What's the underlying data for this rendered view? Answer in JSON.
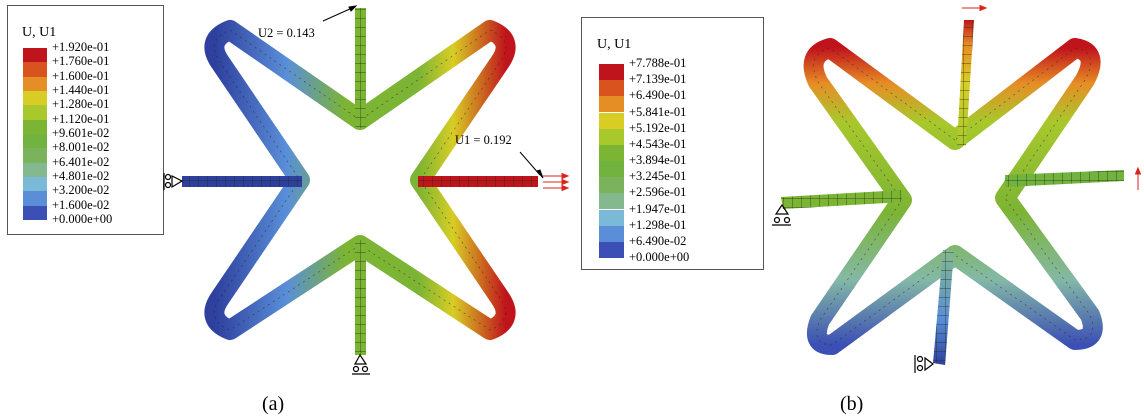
{
  "panel_a": {
    "caption": "(a)",
    "legend_title": "U, U1",
    "legend_labels": [
      "+1.920e-01",
      "+1.760e-01",
      "+1.600e-01",
      "+1.440e-01",
      "+1.280e-01",
      "+1.120e-01",
      "+9.601e-02",
      "+8.001e-02",
      "+6.401e-02",
      "+4.801e-02",
      "+3.200e-02",
      "+1.600e-02",
      "+0.000e+00"
    ],
    "annotation_u2": "U2 = 0.143",
    "annotation_u1": "U1 = 0.192"
  },
  "panel_b": {
    "caption": "(b)",
    "legend_title": "U, U1",
    "legend_labels": [
      "+7.788e-01",
      "+7.139e-01",
      "+6.490e-01",
      "+5.841e-01",
      "+5.192e-01",
      "+4.543e-01",
      "+3.894e-01",
      "+3.245e-01",
      "+2.596e-01",
      "+1.947e-01",
      "+1.298e-01",
      "+6.490e-02",
      "+0.000e+00"
    ]
  },
  "colors": {
    "bands": [
      "#c0141c",
      "#d9531e",
      "#e68e26",
      "#d8cd25",
      "#a8c82c",
      "#7cb434",
      "#72b23e",
      "#7bb25c",
      "#84b88e",
      "#7bbad6",
      "#5a8fd8",
      "#3b4fb4"
    ],
    "mesh_line": "#1f2a12",
    "arrow_red": "#d7261e"
  },
  "icons": [
    "roller-support-icon",
    "load-arrow-icon"
  ]
}
